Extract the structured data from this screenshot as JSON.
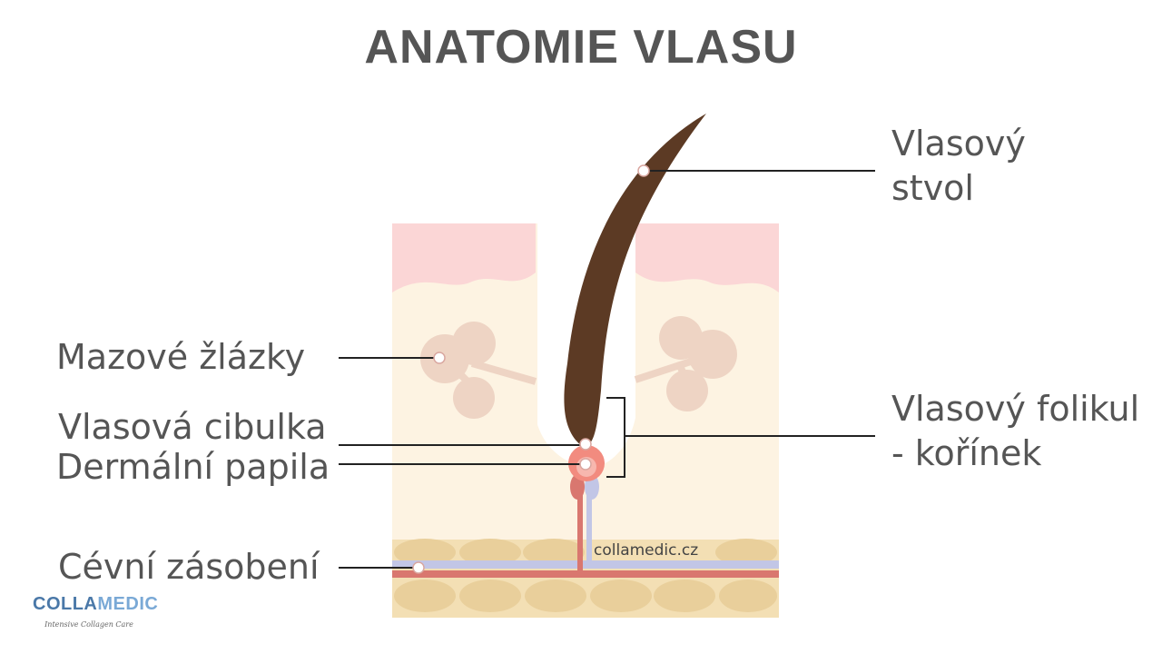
{
  "title": "ANATOMIE VLASU",
  "labels": {
    "shaft_line1": "Vlasový",
    "shaft_line2": "stvol",
    "glands": "Mazové žlázky",
    "bulb": "Vlasová cibulka",
    "papilla": "Dermální papila",
    "follicle_line1": "Vlasový folikul",
    "follicle_line2": "- kořínek",
    "vessels": "Cévní zásobení"
  },
  "watermark": "collamedic.cz",
  "logo": {
    "brand_part1": "COLLA",
    "brand_part2": "MEDIC",
    "tagline": "Intensive Collagen Care"
  },
  "colors": {
    "hair": "#5c3a24",
    "epidermis": "#fbd6d6",
    "dermis": "#fdf3e2",
    "gland": "#eed4c4",
    "fat": "#e9cf9b",
    "artery": "#d9776f",
    "vein": "#c2c6e6",
    "text": "#555555",
    "logo_blue": "#4a78a8"
  }
}
